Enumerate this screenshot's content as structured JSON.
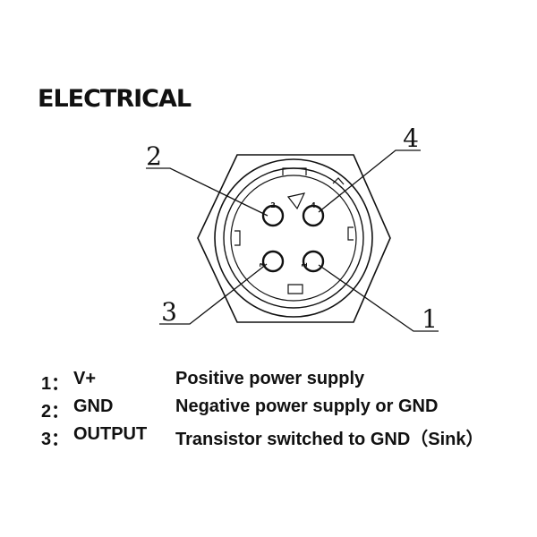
{
  "title": "ELECTRICAL",
  "connector": {
    "callouts": [
      "1",
      "2",
      "3",
      "4"
    ],
    "pins": [
      "1",
      "2",
      "3",
      "4"
    ]
  },
  "legend": [
    {
      "num": "1：",
      "signal": "V+",
      "description": "Positive power supply"
    },
    {
      "num": "2：",
      "signal": "GND",
      "description": "Negative power supply or GND"
    },
    {
      "num": "3：",
      "signal": "OUTPUT",
      "description": " Transistor switched to GND（Sink）"
    }
  ]
}
